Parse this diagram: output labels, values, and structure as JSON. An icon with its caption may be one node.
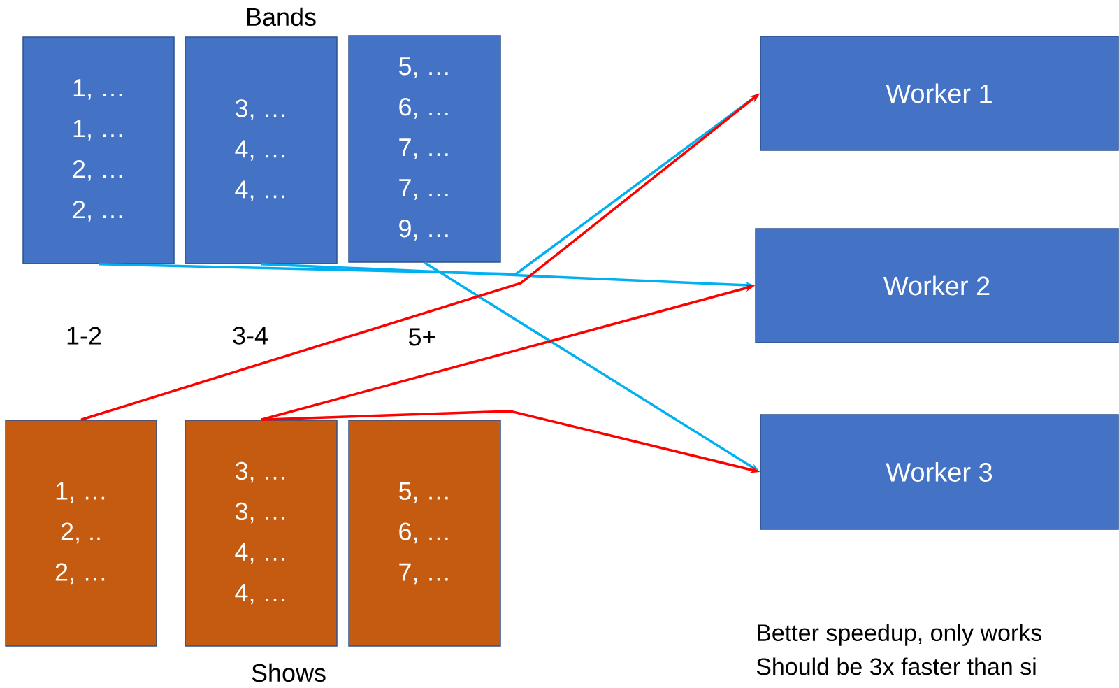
{
  "diagram": {
    "title": "Bands",
    "nodes": [
      {
        "text": [
          "1, …",
          "1, …",
          "2, …",
          "2, …"
        ]
      },
      {
        "text": [
          "3, …",
          "4, …",
          "4, …"
        ]
      },
      {
        "text": [
          "5, …",
          "6, …",
          "7, …",
          "7, …",
          "9, …"
        ]
      },
      {
        "text": [
          "Worker 1"
        ]
      },
      {
        "text": [
          "Worker 2"
        ]
      },
      {
        "text": [
          "Worker 3"
        ]
      },
      {
        "text": [
          "1, …",
          "2, ..",
          "2, …"
        ]
      },
      {
        "text": [
          "3, …",
          "3, …",
          "4, …",
          "4, …"
        ]
      },
      {
        "text": [
          "5, …",
          "6, …",
          "7, …"
        ]
      }
    ],
    "edges": [
      {
        "from": 0,
        "to": 3,
        "arrow": "to",
        "color": "#00b0f0"
      },
      {
        "from": 1,
        "to": 4,
        "arrow": "to",
        "color": "#00b0f0"
      },
      {
        "from": 2,
        "to": 5,
        "arrow": "to",
        "color": "#00b0f0"
      },
      {
        "from": 6,
        "to": 3,
        "arrow": "to",
        "color": "#ff0000"
      },
      {
        "from": 7,
        "to": 4,
        "arrow": "to",
        "color": "#ff0000"
      },
      {
        "from": 7,
        "to": 5,
        "arrow": "to",
        "color": "#ff0000"
      }
    ],
    "labels": [
      "1-2",
      "3-4",
      "5+",
      "Shows",
      "Better speedup, only works",
      "Should be 3x faster than si"
    ]
  }
}
